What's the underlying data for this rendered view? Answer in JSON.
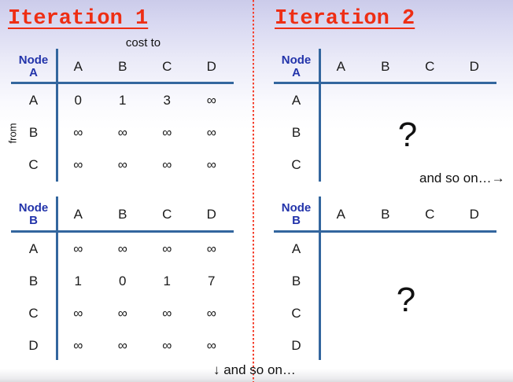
{
  "titles": {
    "iteration1": "Iteration 1",
    "iteration2": "Iteration 2"
  },
  "labels": {
    "cost_to": "cost to",
    "from": "from",
    "and_so_on_right": "and so on…→",
    "and_so_on_down": "↓ and so on…"
  },
  "colors": {
    "title_red": "#ee2e14",
    "divider_red": "#f4402e",
    "node_label_blue": "#2233aa",
    "table_line_blue": "#33669e",
    "text_dark": "#1a1a1a",
    "background_top_lavender": "#cbcbea"
  },
  "tables": {
    "iter1_nodeA": {
      "node_line1": "Node",
      "node_line2": "A",
      "columns": [
        "A",
        "B",
        "C",
        "D"
      ],
      "rows": [
        {
          "label": "A",
          "cells": [
            "0",
            "1",
            "3",
            "∞"
          ]
        },
        {
          "label": "B",
          "cells": [
            "∞",
            "∞",
            "∞",
            "∞"
          ]
        },
        {
          "label": "C",
          "cells": [
            "∞",
            "∞",
            "∞",
            "∞"
          ]
        }
      ]
    },
    "iter1_nodeB": {
      "node_line1": "Node",
      "node_line2": "B",
      "columns": [
        "A",
        "B",
        "C",
        "D"
      ],
      "rows": [
        {
          "label": "A",
          "cells": [
            "∞",
            "∞",
            "∞",
            "∞"
          ]
        },
        {
          "label": "B",
          "cells": [
            "1",
            "0",
            "1",
            "7"
          ]
        },
        {
          "label": "C",
          "cells": [
            "∞",
            "∞",
            "∞",
            "∞"
          ]
        },
        {
          "label": "D",
          "cells": [
            "∞",
            "∞",
            "∞",
            "∞"
          ]
        }
      ]
    },
    "iter2_nodeA": {
      "node_line1": "Node",
      "node_line2": "A",
      "columns": [
        "A",
        "B",
        "C",
        "D"
      ],
      "row_labels": [
        "A",
        "B",
        "C"
      ],
      "placeholder": "?"
    },
    "iter2_nodeB": {
      "node_line1": "Node",
      "node_line2": "B",
      "columns": [
        "A",
        "B",
        "C",
        "D"
      ],
      "row_labels": [
        "A",
        "B",
        "C",
        "D"
      ],
      "placeholder": "?"
    }
  }
}
